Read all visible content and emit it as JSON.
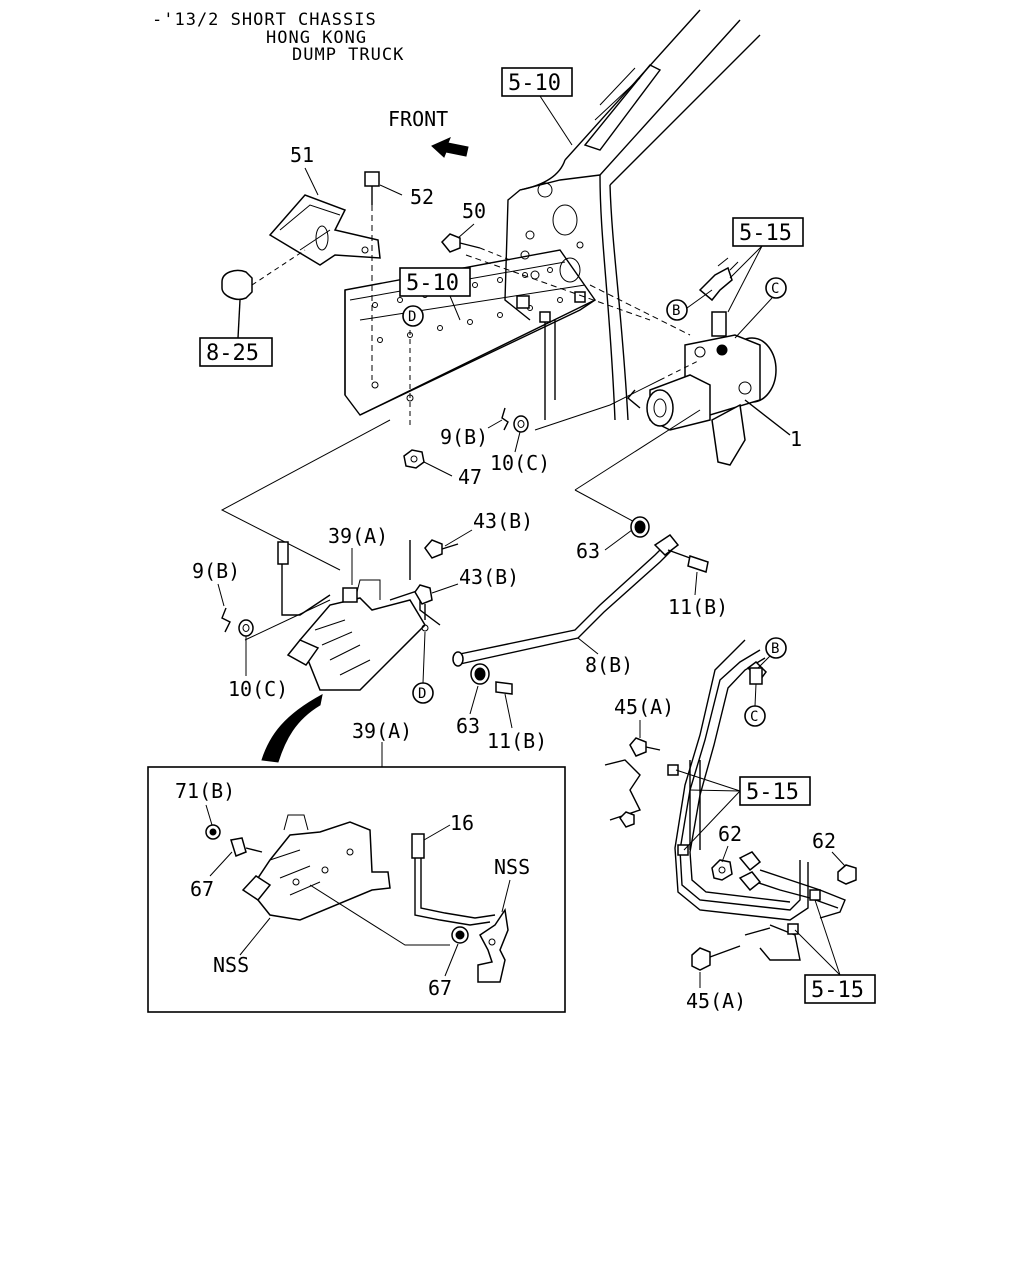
{
  "header": {
    "line1": "-'13/2 SHORT CHASSIS",
    "line2": "HONG KONG",
    "line3": "DUMP TRUCK"
  },
  "direction_label": "FRONT",
  "ref_boxes": {
    "frame_top": "5-10",
    "frame_rail": "5-10",
    "pipe_top": "5-15",
    "pipe_mid": "5-15",
    "pipe_bottom": "5-15",
    "bolt_ref": "8-25"
  },
  "circle_markers": {
    "b_upper": "B",
    "c_upper": "C",
    "d_upper": "D",
    "d_lower": "D",
    "b_lower": "B",
    "c_lower": "C"
  },
  "part_labels": {
    "p51": "51",
    "p52": "52",
    "p50": "50",
    "p1": "1",
    "p9b_upper": "9(B)",
    "p10c_upper": "10(C)",
    "p47": "47",
    "p43b_a": "43(B)",
    "p43b_b": "43(B)",
    "p39a_main": "39(A)",
    "p9b_left": "9(B)",
    "p63_upper": "63",
    "p11b_upper": "11(B)",
    "p8b": "8(B)",
    "p10c_left": "10(C)",
    "p63_lower": "63",
    "p11b_lower": "11(B)",
    "p45a_upper": "45(A)",
    "p62_left": "62",
    "p62_right": "62",
    "p45a_lower": "45(A)"
  },
  "detail": {
    "title": "39(A)",
    "p71b": "71(B)",
    "p67_left": "67",
    "p16": "16",
    "nss_right": "NSS",
    "nss_left": "NSS",
    "p67_bottom": "67"
  }
}
